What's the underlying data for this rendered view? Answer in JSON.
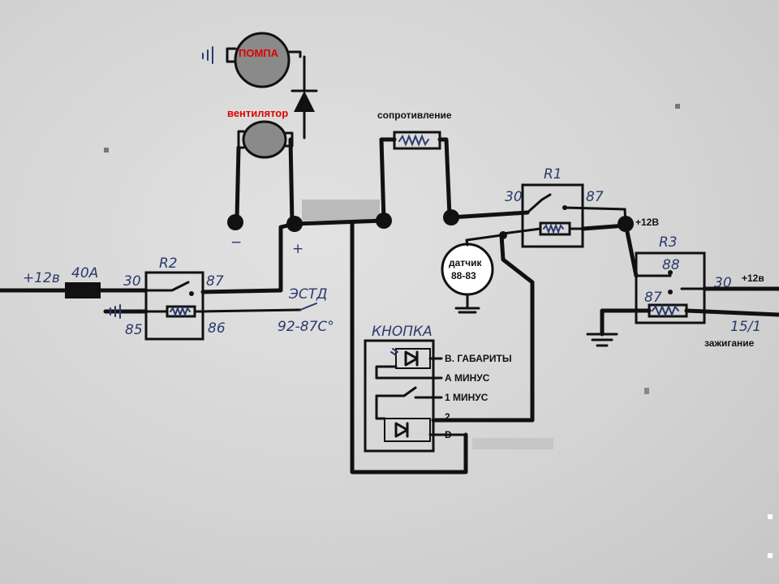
{
  "labels": {
    "pump": "ПОМПА",
    "fan": "вентилятор",
    "fan_minus": "−",
    "fan_plus": "+",
    "resistor": "сопротивление",
    "sensor_line1": "датчик",
    "sensor_line2": "88-83",
    "supply_left": "+12в",
    "fuse": "40А",
    "relay_r2": "R2",
    "r2_pin30": "30",
    "r2_pin87": "87",
    "r2_pin85": "85",
    "r2_pin86": "86",
    "estd": "ЭСТД",
    "estd_temp": "92-87С°",
    "button_box": "КНОПКА",
    "pin_b": "В.  ГАБАРИТЫ",
    "pin_a": "А  МИНУС",
    "pin_1": "1  МИНУС",
    "pin_2": "2",
    "pin_d": "D",
    "relay_r1": "R1",
    "r1_pin30": "30",
    "r1_pin87": "87",
    "r1_plus12": "+12В",
    "relay_r3": "R3",
    "r3_pin88": "88",
    "r3_pin87": "87",
    "r3_pin30": "30",
    "supply_right": "+12в",
    "ignition_pin": "15/1",
    "ignition": "зажигание"
  }
}
